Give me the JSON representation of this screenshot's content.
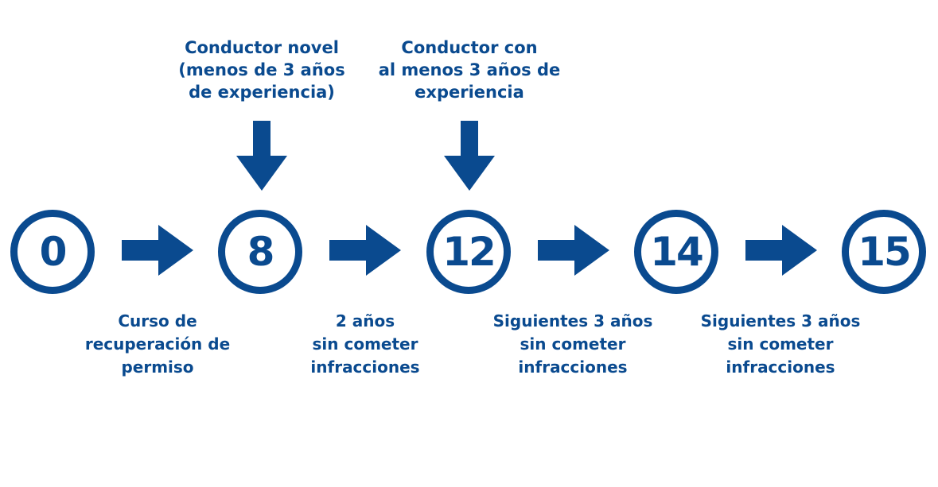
{
  "brand_color": "#0a4a8f",
  "milestones": [
    {
      "value": "0"
    },
    {
      "value": "8"
    },
    {
      "value": "12"
    },
    {
      "value": "14"
    },
    {
      "value": "15"
    }
  ],
  "top_labels": [
    {
      "lines": [
        "Conductor novel",
        "(menos de 3 años",
        "de experiencia)"
      ]
    },
    {
      "lines": [
        "Conductor con",
        "al menos 3 años de",
        "experiencia"
      ]
    }
  ],
  "steps": [
    {
      "lines": [
        "Curso de",
        "recuperación de",
        "permiso"
      ]
    },
    {
      "lines": [
        "2 años",
        "sin cometer",
        "infracciones"
      ]
    },
    {
      "lines": [
        "Siguientes 3 años",
        "sin cometer",
        "infracciones"
      ]
    },
    {
      "lines": [
        "Siguientes 3 años",
        "sin cometer",
        "infracciones"
      ]
    }
  ],
  "icons": {
    "down": "arrow-down-icon",
    "right": "arrow-right-icon"
  }
}
